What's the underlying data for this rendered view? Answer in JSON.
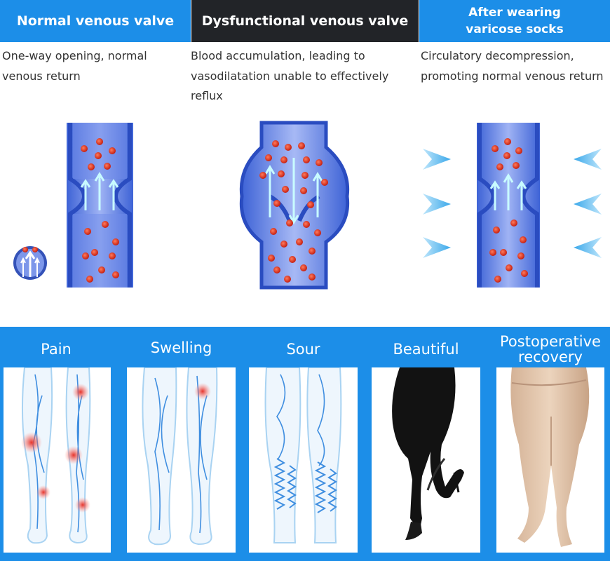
{
  "columns": [
    {
      "title": "Normal venous valve",
      "description": "One-way opening, normal venous return"
    },
    {
      "title": "Dysfunctional venous valve",
      "description": "Blood accumulation, leading to vasodilatation unable to effectively reflux"
    },
    {
      "title_line1": "After wearing",
      "title_line2": "varicose socks",
      "description": "Circulatory decompression, promoting normal venous return"
    }
  ],
  "benefits": [
    {
      "label": "Pain",
      "image": "legs-pain-points-illustration"
    },
    {
      "label": "Swelling",
      "image": "legs-swelling-illustration"
    },
    {
      "label": "Sour",
      "image": "legs-varicose-veins-illustration"
    },
    {
      "label": "Beautiful",
      "image": "black-leggings-legs-photo"
    },
    {
      "label_line1": "Postoperative",
      "label_line2": "recovery",
      "image": "beige-compression-stockings-photo"
    }
  ],
  "colors": {
    "accent_blue": "#1c8ee8",
    "dark_header": "#222428",
    "vein_blue": "#4a73e0",
    "blood_red": "#d83a2a"
  }
}
